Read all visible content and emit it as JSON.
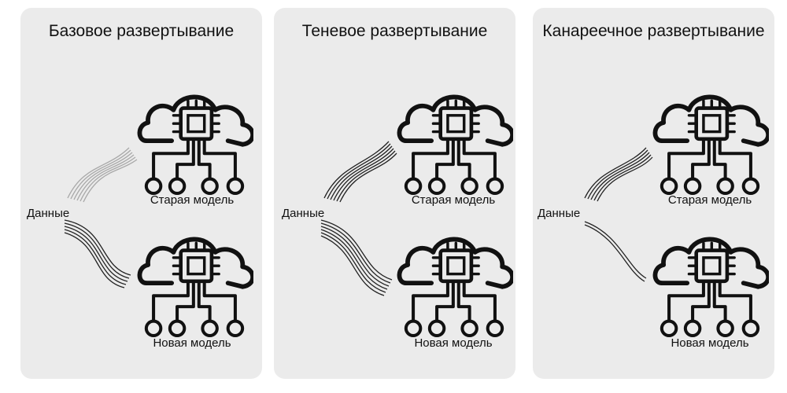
{
  "colors": {
    "panel_bg": "#ebebeb",
    "line_dark": "#222222",
    "line_light": "#a8a8a8"
  },
  "panels": [
    {
      "title": "Базовое развертывание",
      "data_label": "Данные",
      "old_model_label": "Старая модель",
      "new_model_label": "Новая модель",
      "old_traffic_share": 0.0,
      "new_traffic_share": 1.0
    },
    {
      "title": "Теневое развертывание",
      "data_label": "Данные",
      "old_model_label": "Старая модель",
      "new_model_label": "Новая модель",
      "old_traffic_share": 1.0,
      "new_traffic_share": 1.0
    },
    {
      "title": "Канареечное развертывание",
      "data_label": "Данные",
      "old_model_label": "Старая модель",
      "new_model_label": "Новая модель",
      "old_traffic_share": 0.8,
      "new_traffic_share": 0.2
    }
  ],
  "icons": {
    "model": "cloud-chip-network-icon"
  }
}
